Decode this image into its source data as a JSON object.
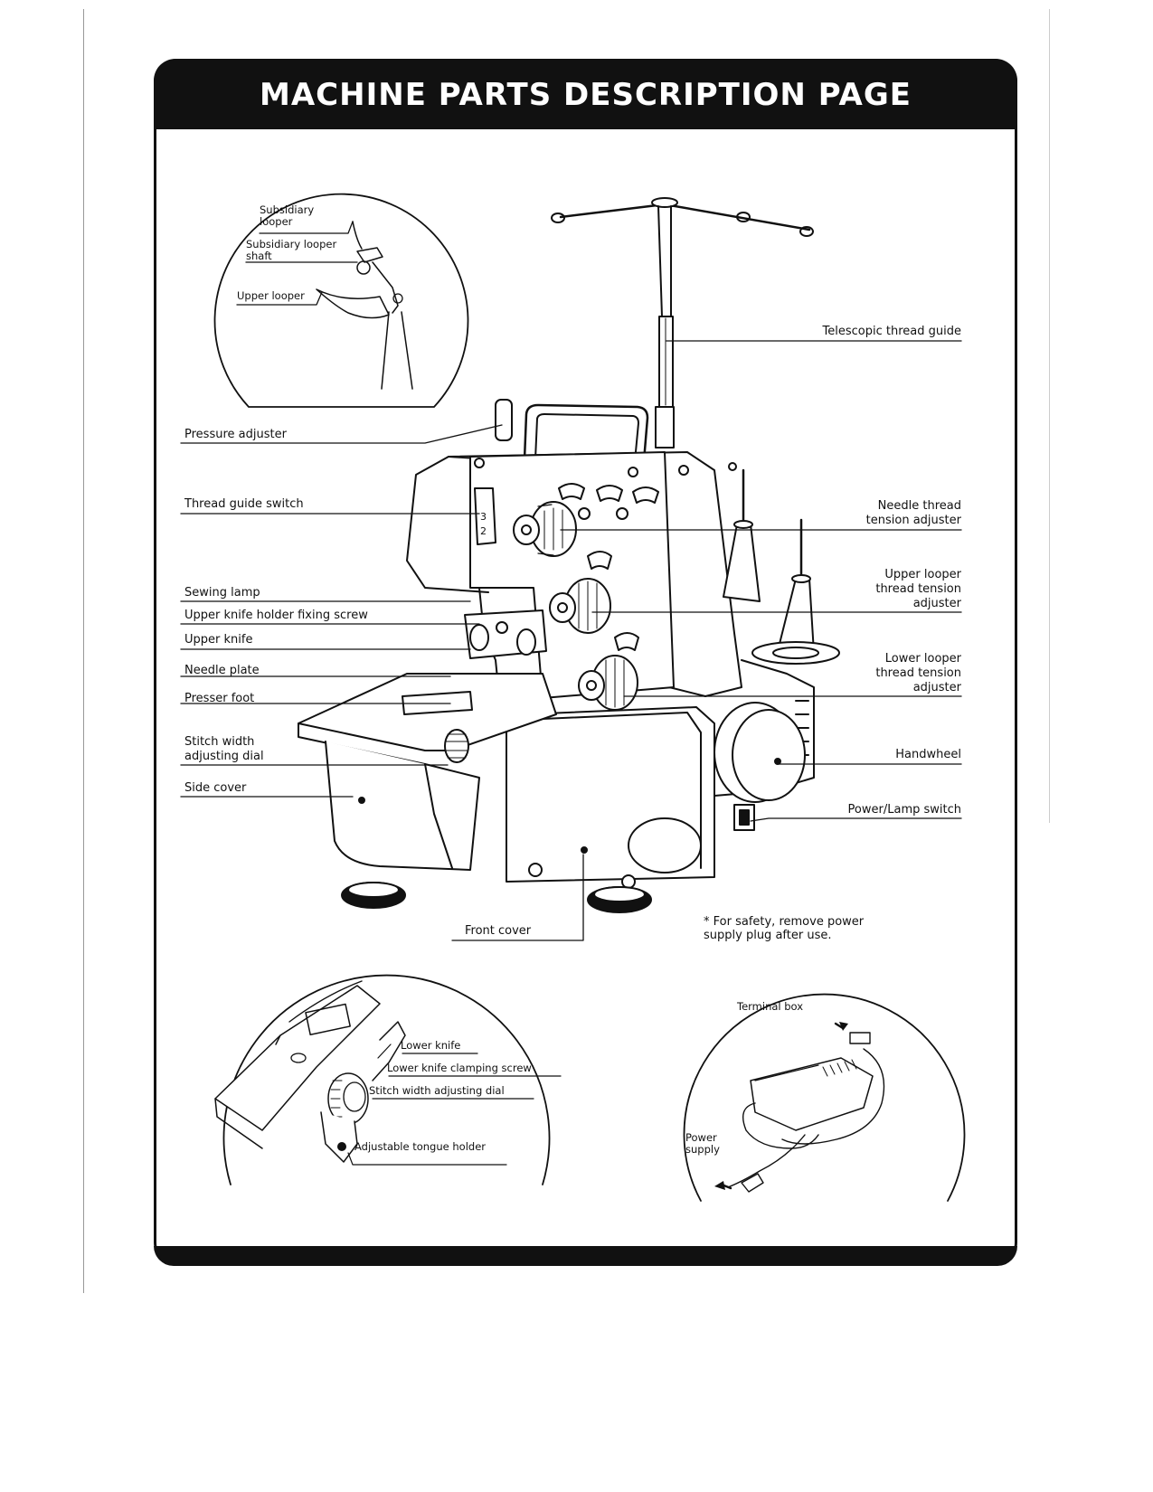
{
  "title": "MACHINE PARTS DESCRIPTION PAGE",
  "labels_left": {
    "pressure_adjuster": "Pressure adjuster",
    "thread_guide_switch": "Thread guide switch",
    "sewing_lamp": "Sewing lamp",
    "upper_knife_holder_fixing_screw": "Upper knife holder fixing screw",
    "upper_knife": "Upper knife",
    "needle_plate": "Needle plate",
    "presser_foot": "Presser foot",
    "stitch_width_adjusting_dial": "Stitch width\nadjusting dial",
    "side_cover": "Side cover"
  },
  "labels_right": {
    "telescopic_thread_guide": "Telescopic thread guide",
    "needle_thread_tension_adjuster": "Needle thread\ntension adjuster",
    "upper_looper_thread_tension_adjuster": "Upper looper\nthread tension\nadjuster",
    "lower_looper_thread_tension_adjuster": "Lower looper\nthread tension\nadjuster",
    "handwheel": "Handwheel",
    "power_lamp_switch": "Power/Lamp switch"
  },
  "front_cover": "Front cover",
  "safety_note": "* For safety, remove power\n  supply plug after use.",
  "inset_looper": {
    "subsidiary_looper": "Subsidiary\nlooper",
    "subsidiary_looper_shaft": "Subsidiary looper\nshaft",
    "upper_looper": "Upper looper"
  },
  "inset_knife": {
    "lower_knife": "Lower knife",
    "lower_knife_clamping_screw": "Lower knife clamping screw",
    "stitch_width_adjusting_dial": "Stitch width adjusting dial",
    "adjustable_tongue_holder": "Adjustable tongue holder"
  },
  "inset_power": {
    "terminal_box": "Terminal box",
    "power_supply": "Power\nsupply"
  }
}
